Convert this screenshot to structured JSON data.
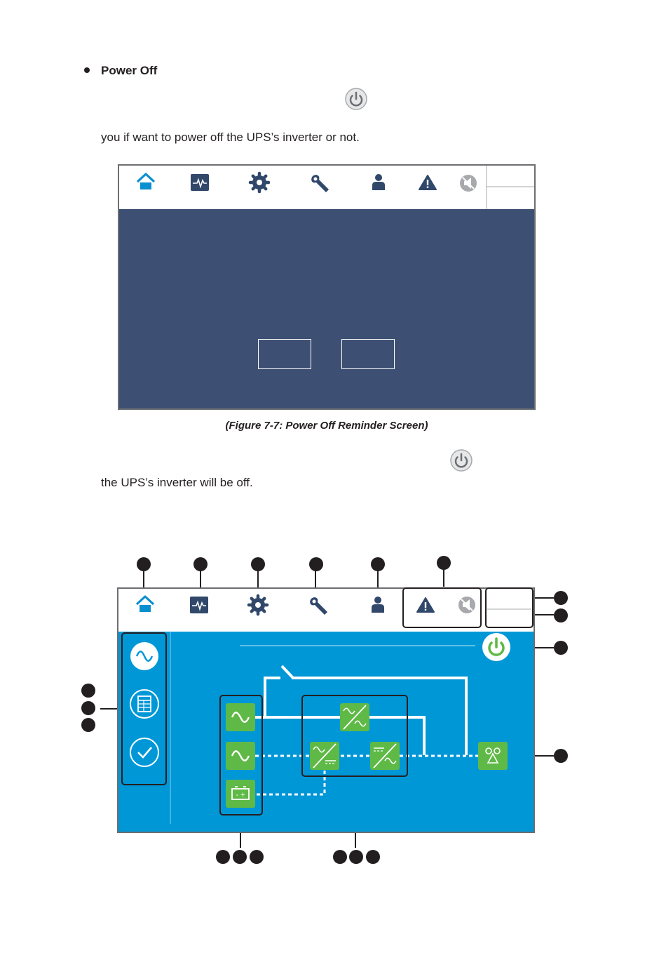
{
  "section": {
    "bullet_title": "Power Off",
    "line_choose": "you if want to power off the UPS’s inverter or not.",
    "line_result": "the UPS’s inverter will be off."
  },
  "figure_7_7": {
    "caption": "(Figure 7-7: Power Off Reminder Screen)",
    "toolbar_icons": [
      "home-icon",
      "monitor-icon",
      "settings-gear-icon",
      "maintenance-wrench-icon",
      "user-icon",
      "alarm-warning-icon",
      "mute-icon"
    ],
    "dialog_background": "#3d5073"
  },
  "main_screen": {
    "toolbar_icons": [
      "home-icon",
      "monitor-icon",
      "settings-gear-icon",
      "maintenance-wrench-icon",
      "user-icon",
      "alarm-warning-icon",
      "mute-icon"
    ],
    "side_menu_icons": [
      "ac-wave-icon",
      "report-icon",
      "check-icon"
    ],
    "modules": [
      "mains-input",
      "bypass-input",
      "battery",
      "bypass-converter",
      "rectifier",
      "inverter",
      "load-output"
    ],
    "colors": {
      "screen_blue": "#0097d7",
      "module_green": "#5eb946",
      "toolbar_icon": "#31486b",
      "home_icon": "#0a8fd1"
    }
  }
}
